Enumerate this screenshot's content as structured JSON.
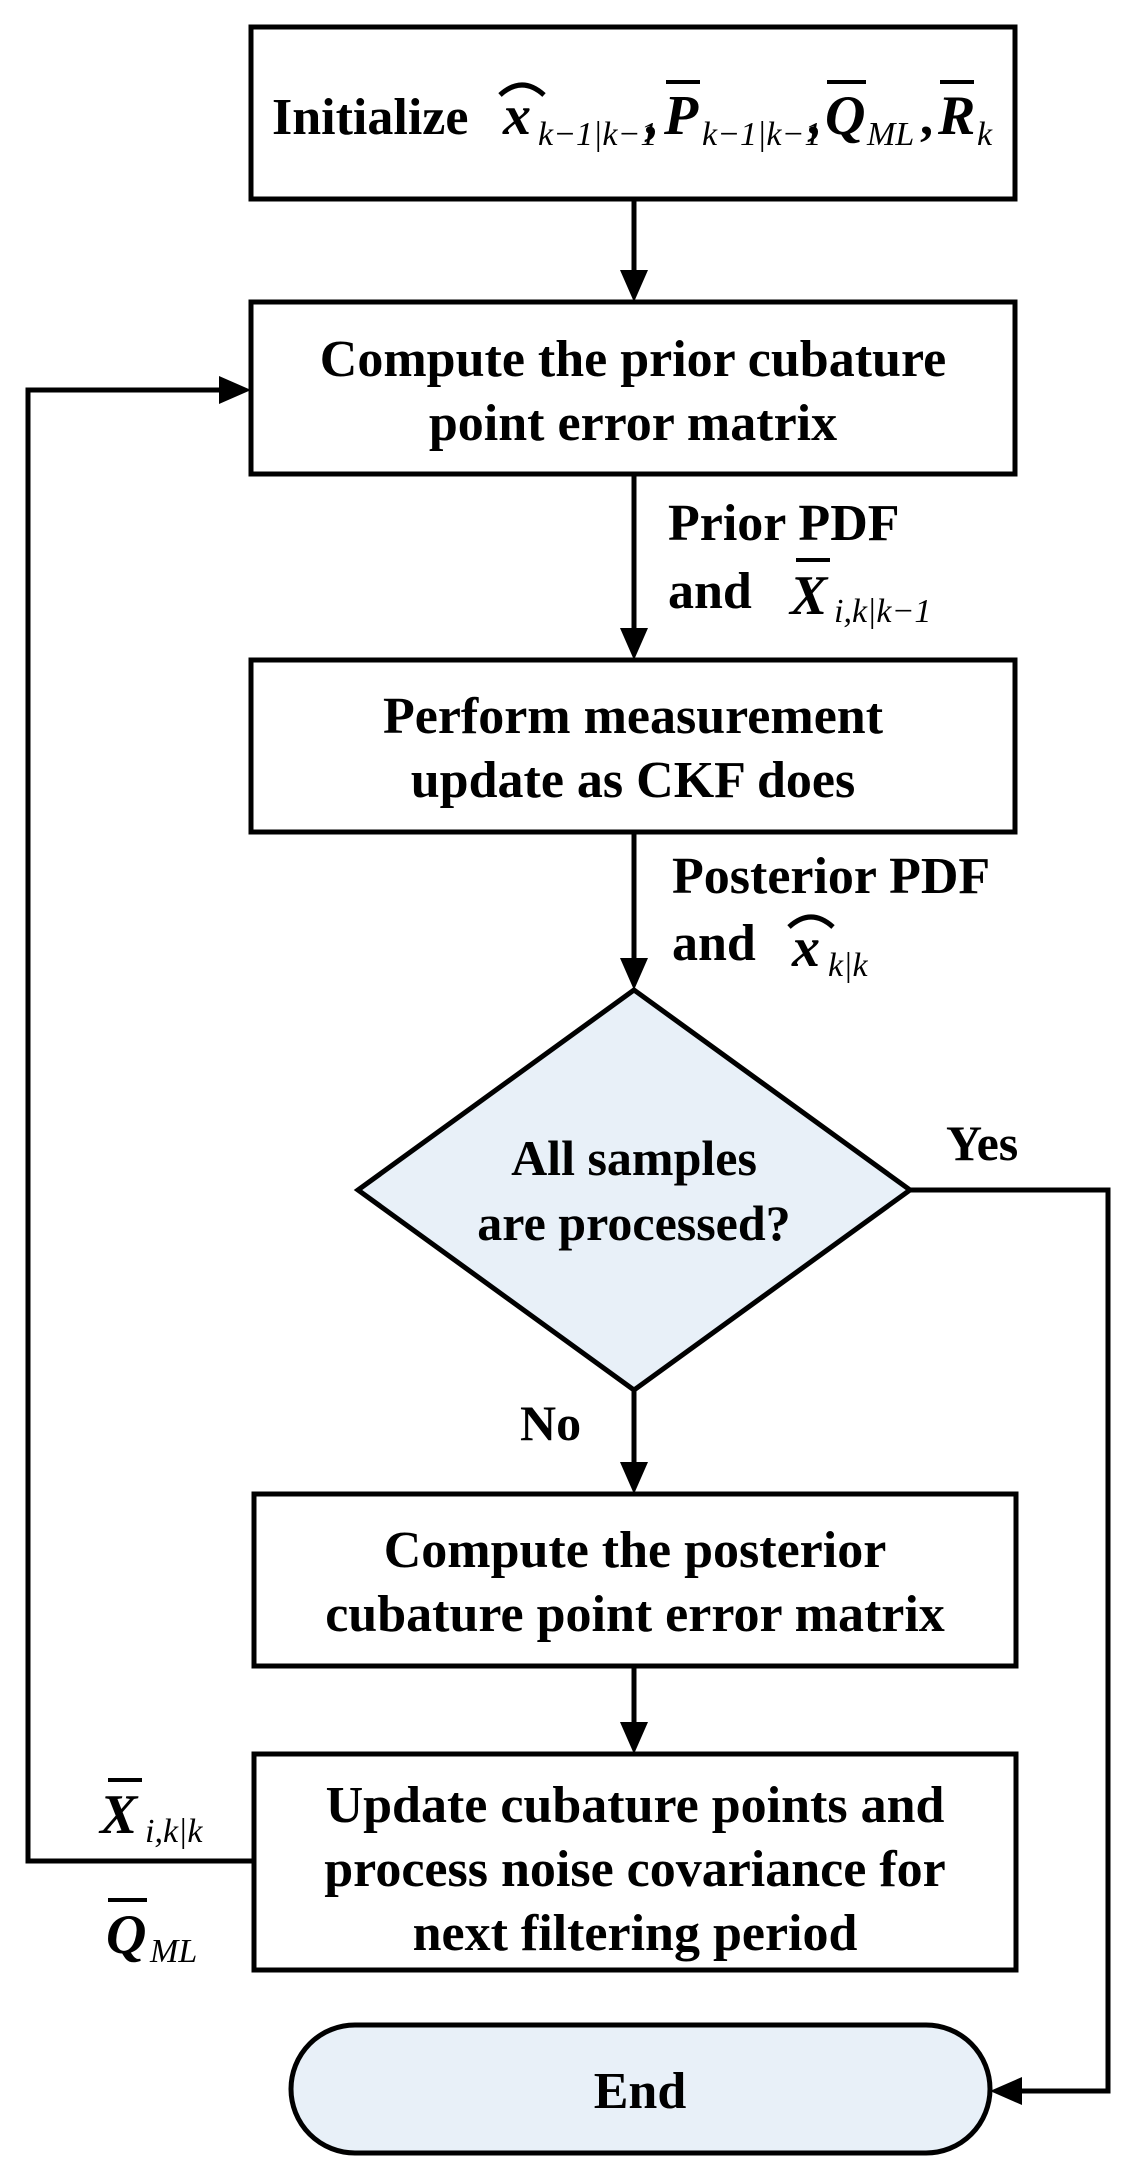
{
  "diagram": {
    "init_box": {
      "word": "Initialize"
    },
    "prior_box": {
      "line1": "Compute the prior cubature",
      "line2": "point error matrix"
    },
    "prior_label": {
      "line1": "Prior PDF",
      "line2_word": "and"
    },
    "measure_box": {
      "line1": "Perform measurement",
      "line2": "update as CKF does"
    },
    "post_label": {
      "line1": "Posterior PDF",
      "line2_word": "and"
    },
    "decision": {
      "line1": "All samples",
      "line2": "are processed?",
      "yes": "Yes",
      "no": "No"
    },
    "posterior_box": {
      "line1": "Compute the posterior",
      "line2": "cubature point error matrix"
    },
    "update_box": {
      "line1": "Update cubature points  and",
      "line2": "process noise covariance for",
      "line3": "next filtering period"
    },
    "end": {
      "label": "End"
    },
    "symbols": {
      "x": "x",
      "P": "P",
      "Q": "Q",
      "R": "R",
      "X": "X",
      "sub_prev": "k−1|k−1",
      "sub_ML": "ML",
      "sub_k": "k",
      "sub_prior_pt": "i,k|k−1",
      "sub_post": "k|k",
      "sub_post_pt": "i,k|k",
      "comma": ","
    }
  }
}
